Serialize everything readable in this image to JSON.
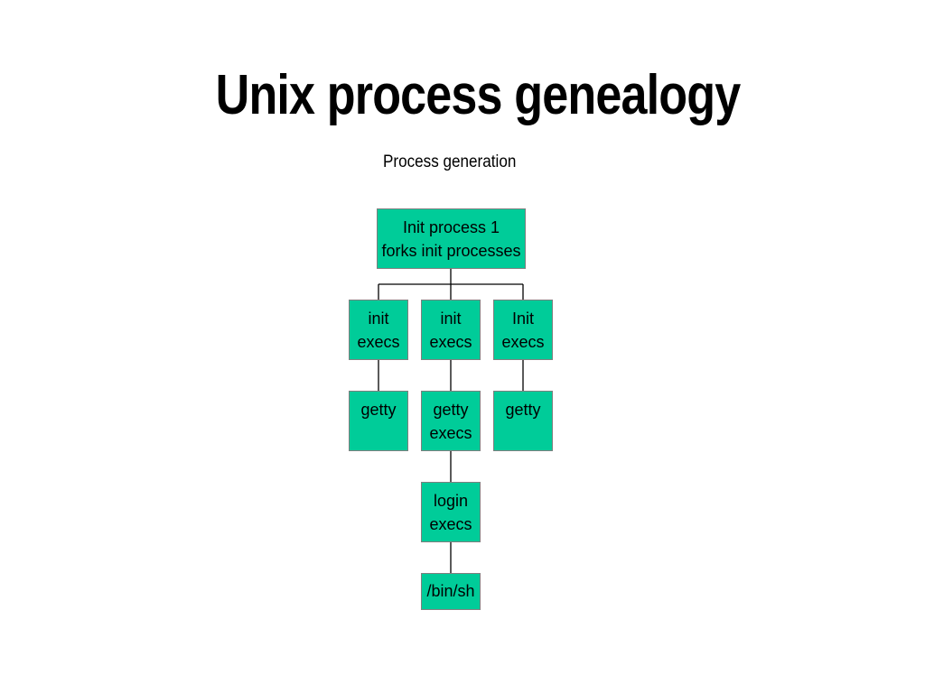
{
  "title": "Unix process genealogy",
  "subtitle": "Process generation",
  "colors": {
    "node_fill": "#00cc99",
    "node_border": "#7f7f7f",
    "connector": "#000000"
  },
  "nodes": {
    "root": {
      "line1": "Init process 1",
      "line2": "forks init processes"
    },
    "init1": {
      "line1": "init",
      "line2": "execs"
    },
    "init2": {
      "line1": "init",
      "line2": "execs"
    },
    "init3": {
      "line1": "Init",
      "line2": "execs"
    },
    "getty1": {
      "line1": "getty"
    },
    "getty2": {
      "line1": "getty",
      "line2": "execs"
    },
    "getty3": {
      "line1": "getty"
    },
    "login": {
      "line1": "login",
      "line2": "execs"
    },
    "sh": {
      "line1": "/bin/sh"
    }
  }
}
